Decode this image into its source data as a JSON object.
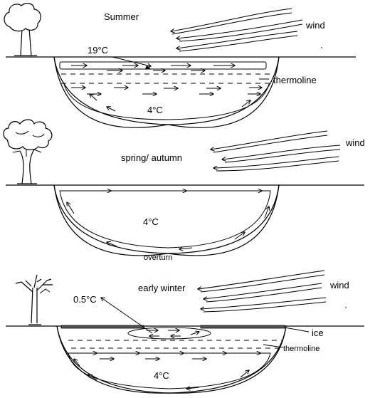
{
  "panels": {
    "summer": {
      "title": "Summer",
      "wind": "wind",
      "surface_temp": "19°C",
      "bottom_temp": "4°C",
      "layer": "thermoline"
    },
    "spring_autumn": {
      "title": "spring/ autumn",
      "wind": "wind",
      "bottom_temp": "4°C",
      "note": "overturn"
    },
    "early_winter": {
      "title": "early winter",
      "wind": "wind",
      "surface_temp": "0.5°C",
      "bottom_temp": "4°C",
      "ice": "ice",
      "layer": "thermoline"
    }
  }
}
